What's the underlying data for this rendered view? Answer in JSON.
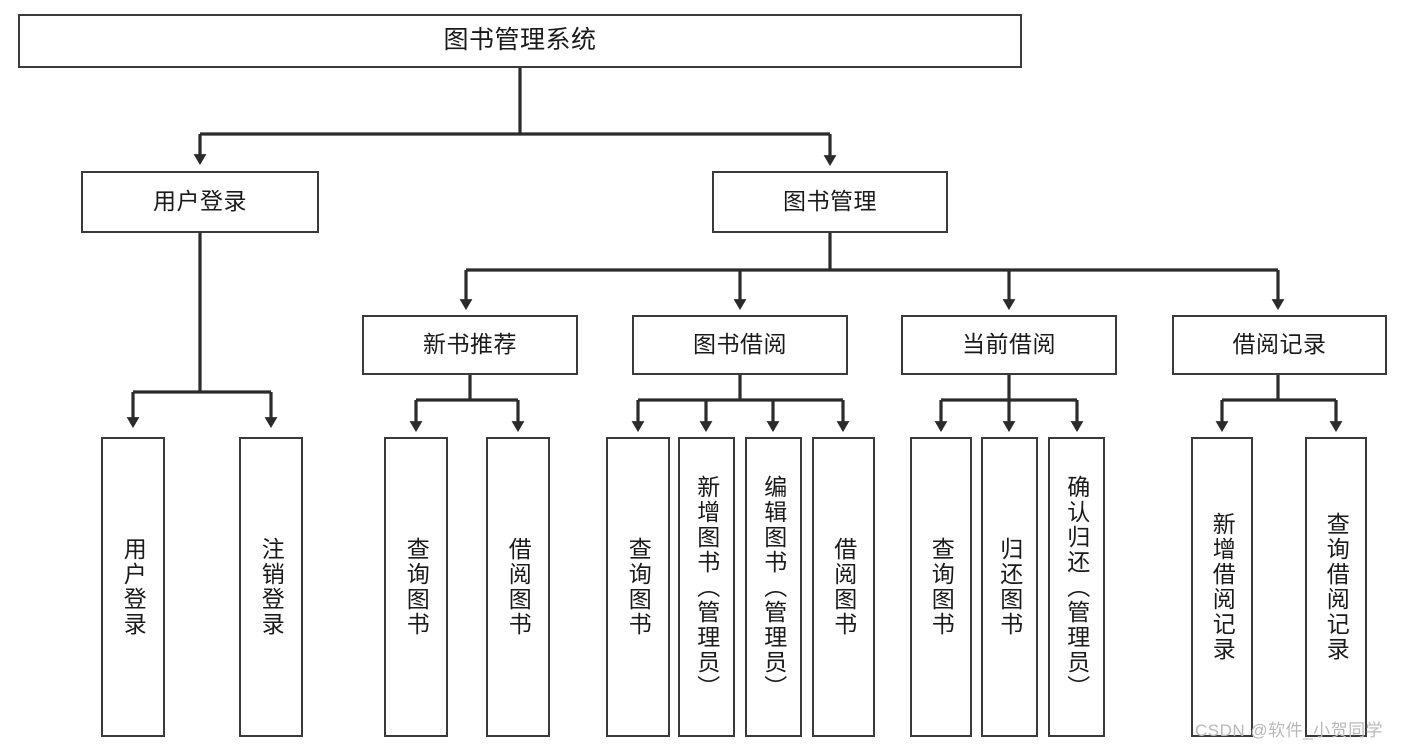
{
  "diagram": {
    "title": "图书管理系统",
    "type": "functional-structure-tree",
    "style": {
      "box_border_color": "#3a3a3a",
      "box_fill": "#ffffff",
      "edge_color": "#2b2b2b",
      "background": "#ffffff"
    }
  },
  "nodes": {
    "root": {
      "label": "图书管理系统"
    },
    "level1": [
      {
        "id": "user-login",
        "label": "用户登录"
      },
      {
        "id": "book-manage",
        "label": "图书管理"
      }
    ],
    "level2": [
      {
        "id": "new-book-recommend",
        "label": "新书推荐"
      },
      {
        "id": "book-borrow",
        "label": "图书借阅"
      },
      {
        "id": "current-borrow",
        "label": "当前借阅"
      },
      {
        "id": "borrow-record",
        "label": "借阅记录"
      }
    ],
    "leaves": {
      "user_login": [
        {
          "id": "leaf-user-login",
          "label": "用户登录"
        },
        {
          "id": "leaf-logout-login",
          "label": "注销登录"
        }
      ],
      "new_book_recommend": [
        {
          "id": "leaf-query-book-1",
          "label": "查询图书"
        },
        {
          "id": "leaf-borrow-book-1",
          "label": "借阅图书"
        }
      ],
      "book_borrow": [
        {
          "id": "leaf-query-book-2",
          "label": "查询图书"
        },
        {
          "id": "leaf-add-book",
          "label": "新增图书（管理员）"
        },
        {
          "id": "leaf-edit-book",
          "label": "编辑图书（管理员）"
        },
        {
          "id": "leaf-borrow-book-2",
          "label": "借阅图书"
        }
      ],
      "current_borrow": [
        {
          "id": "leaf-query-book-3",
          "label": "查询图书"
        },
        {
          "id": "leaf-return-book",
          "label": "归还图书"
        },
        {
          "id": "leaf-confirm-return",
          "label": "确认归还（管理员）"
        }
      ],
      "borrow_record": [
        {
          "id": "leaf-add-record",
          "label": "新增借阅记录"
        },
        {
          "id": "leaf-query-record",
          "label": "查询借阅记录"
        }
      ]
    }
  },
  "watermark": {
    "text": "CSDN @软件_小贺同学"
  }
}
